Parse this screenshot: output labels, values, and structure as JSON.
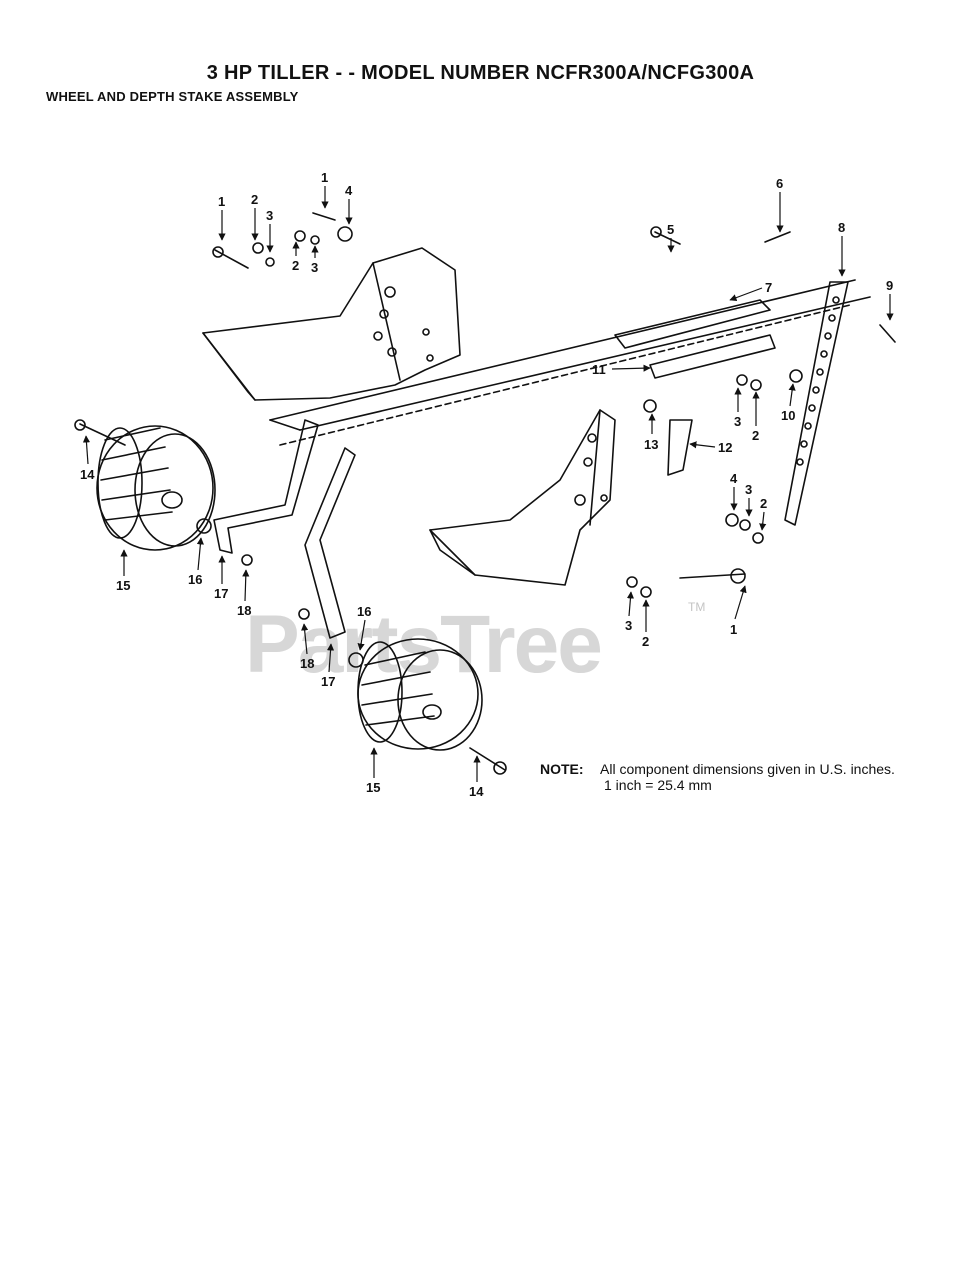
{
  "header": {
    "title": "3 HP TILLER - - MODEL NUMBER NCFR300A/NCFG300A",
    "subtitle": "WHEEL AND DEPTH STAKE ASSEMBLY"
  },
  "watermark": {
    "text": "PartsTree",
    "trademark": "TM"
  },
  "note": {
    "label": "NOTE:",
    "line1": "All component dimensions given in U.S. inches.",
    "line2": "1 inch = 25.4 mm"
  },
  "callouts": [
    {
      "label": "1"
    },
    {
      "label": "2"
    },
    {
      "label": "3"
    },
    {
      "label": "2"
    },
    {
      "label": "3"
    },
    {
      "label": "1"
    },
    {
      "label": "4"
    },
    {
      "label": "6"
    },
    {
      "label": "5"
    },
    {
      "label": "7"
    },
    {
      "label": "8"
    },
    {
      "label": "9"
    },
    {
      "label": "11"
    },
    {
      "label": "3"
    },
    {
      "label": "2"
    },
    {
      "label": "10"
    },
    {
      "label": "13"
    },
    {
      "label": "12"
    },
    {
      "label": "4"
    },
    {
      "label": "3"
    },
    {
      "label": "2"
    },
    {
      "label": "1"
    },
    {
      "label": "3"
    },
    {
      "label": "2"
    },
    {
      "label": "14"
    },
    {
      "label": "15"
    },
    {
      "label": "16"
    },
    {
      "label": "17"
    },
    {
      "label": "18"
    },
    {
      "label": "16"
    },
    {
      "label": "18"
    },
    {
      "label": "17"
    },
    {
      "label": "15"
    },
    {
      "label": "14"
    }
  ]
}
